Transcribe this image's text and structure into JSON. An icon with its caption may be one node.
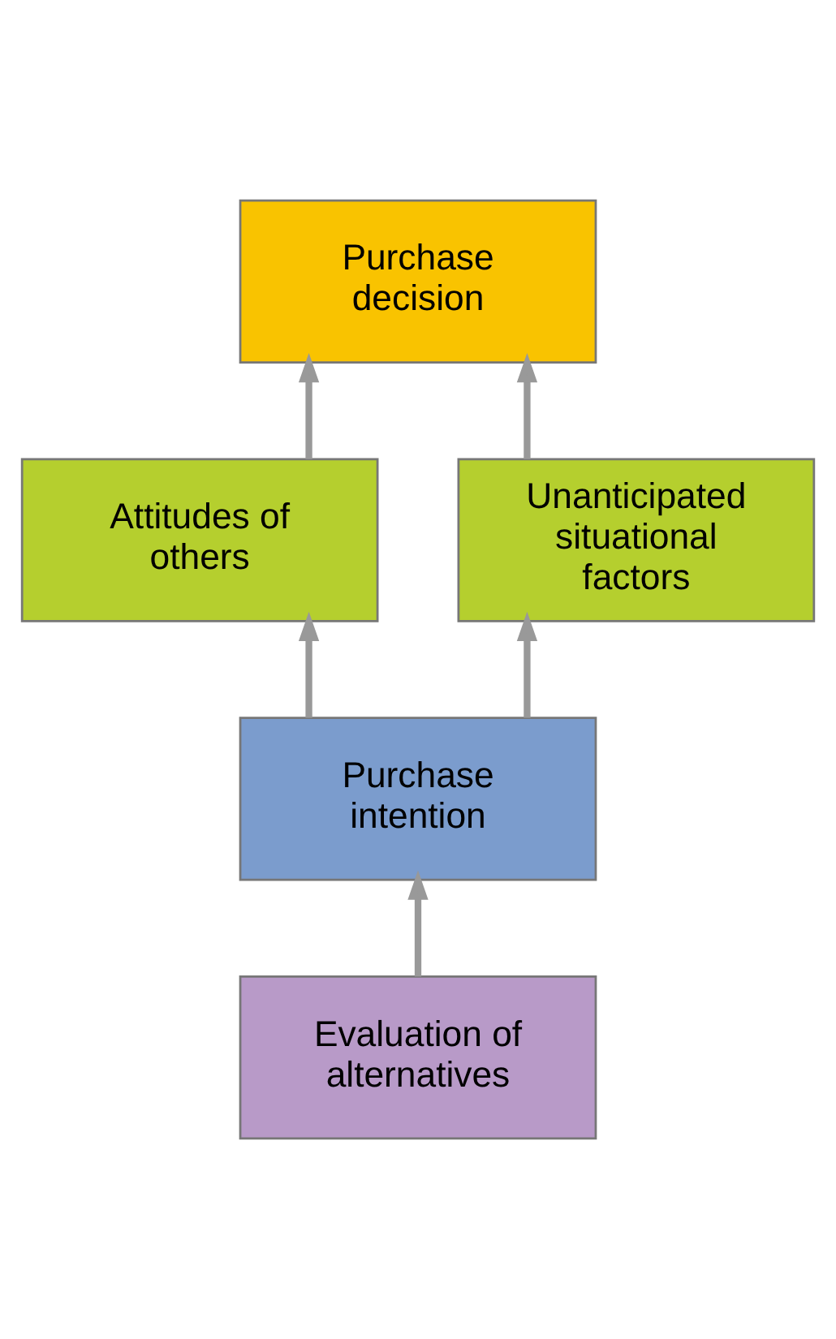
{
  "diagram": {
    "nodes": [
      {
        "text": [
          "Purchase decision"
        ]
      },
      {
        "text": [
          "Attitudes of others"
        ]
      },
      {
        "text": [
          "Unanticipated situational factors"
        ]
      },
      {
        "text": [
          "Purchase intention"
        ]
      },
      {
        "text": [
          "Evaluation of alternatives"
        ]
      }
    ],
    "edges": [
      {
        "from": 4,
        "to": 3,
        "arrow": "to"
      },
      {
        "from": 3,
        "to": 1,
        "arrow": "to"
      },
      {
        "from": 3,
        "to": 2,
        "arrow": "to"
      },
      {
        "from": 1,
        "to": 0,
        "arrow": "to"
      },
      {
        "from": 2,
        "to": 0,
        "arrow": "to"
      }
    ]
  }
}
